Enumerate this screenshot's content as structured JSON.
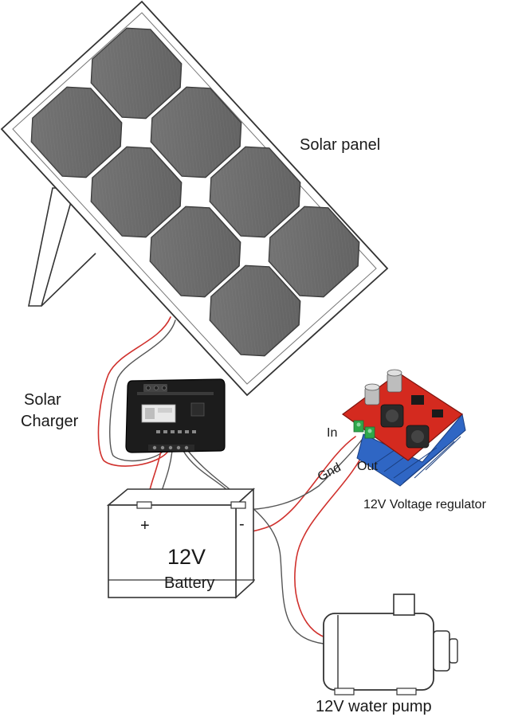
{
  "labels": {
    "solar_panel": "Solar panel",
    "solar_charger_line1": "Solar",
    "solar_charger_line2": "Charger",
    "regulator_in": "In",
    "regulator_gnd": "Gnd",
    "regulator_out": "Out",
    "regulator_name": "12V Voltage regulator",
    "battery_plus": "+",
    "battery_minus": "-",
    "battery_voltage": "12V",
    "battery_name": "Battery",
    "pump_name": "12V water pump"
  },
  "colors": {
    "wire_red": "#d0312d",
    "wire_gray": "#555555",
    "cell": "#6d6d6d",
    "charger_body": "#1c1c1c",
    "regulator_board": "#d42a1f",
    "regulator_heatsink": "#2f66c4",
    "terminal_green": "#2fa84a"
  }
}
